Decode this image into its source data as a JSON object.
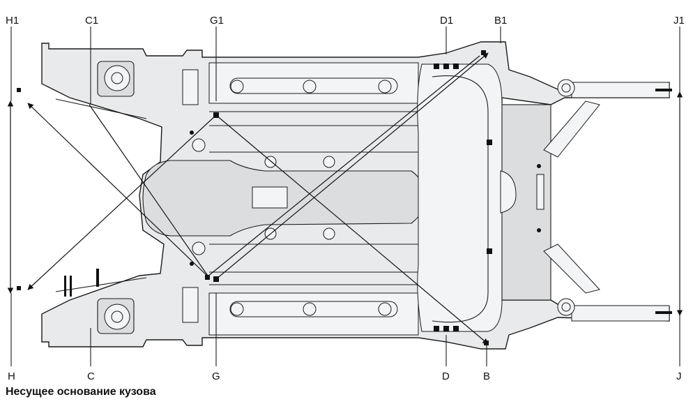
{
  "diagram": {
    "caption": "Несущее основание кузова",
    "labels_top": {
      "h1": "H1",
      "c1": "C1",
      "g1": "G1",
      "d1": "D1",
      "b1": "B1",
      "j1": "J1"
    },
    "labels_bottom": {
      "h": "H",
      "c": "C",
      "g": "G",
      "d": "D",
      "b": "B",
      "j": "J"
    }
  }
}
